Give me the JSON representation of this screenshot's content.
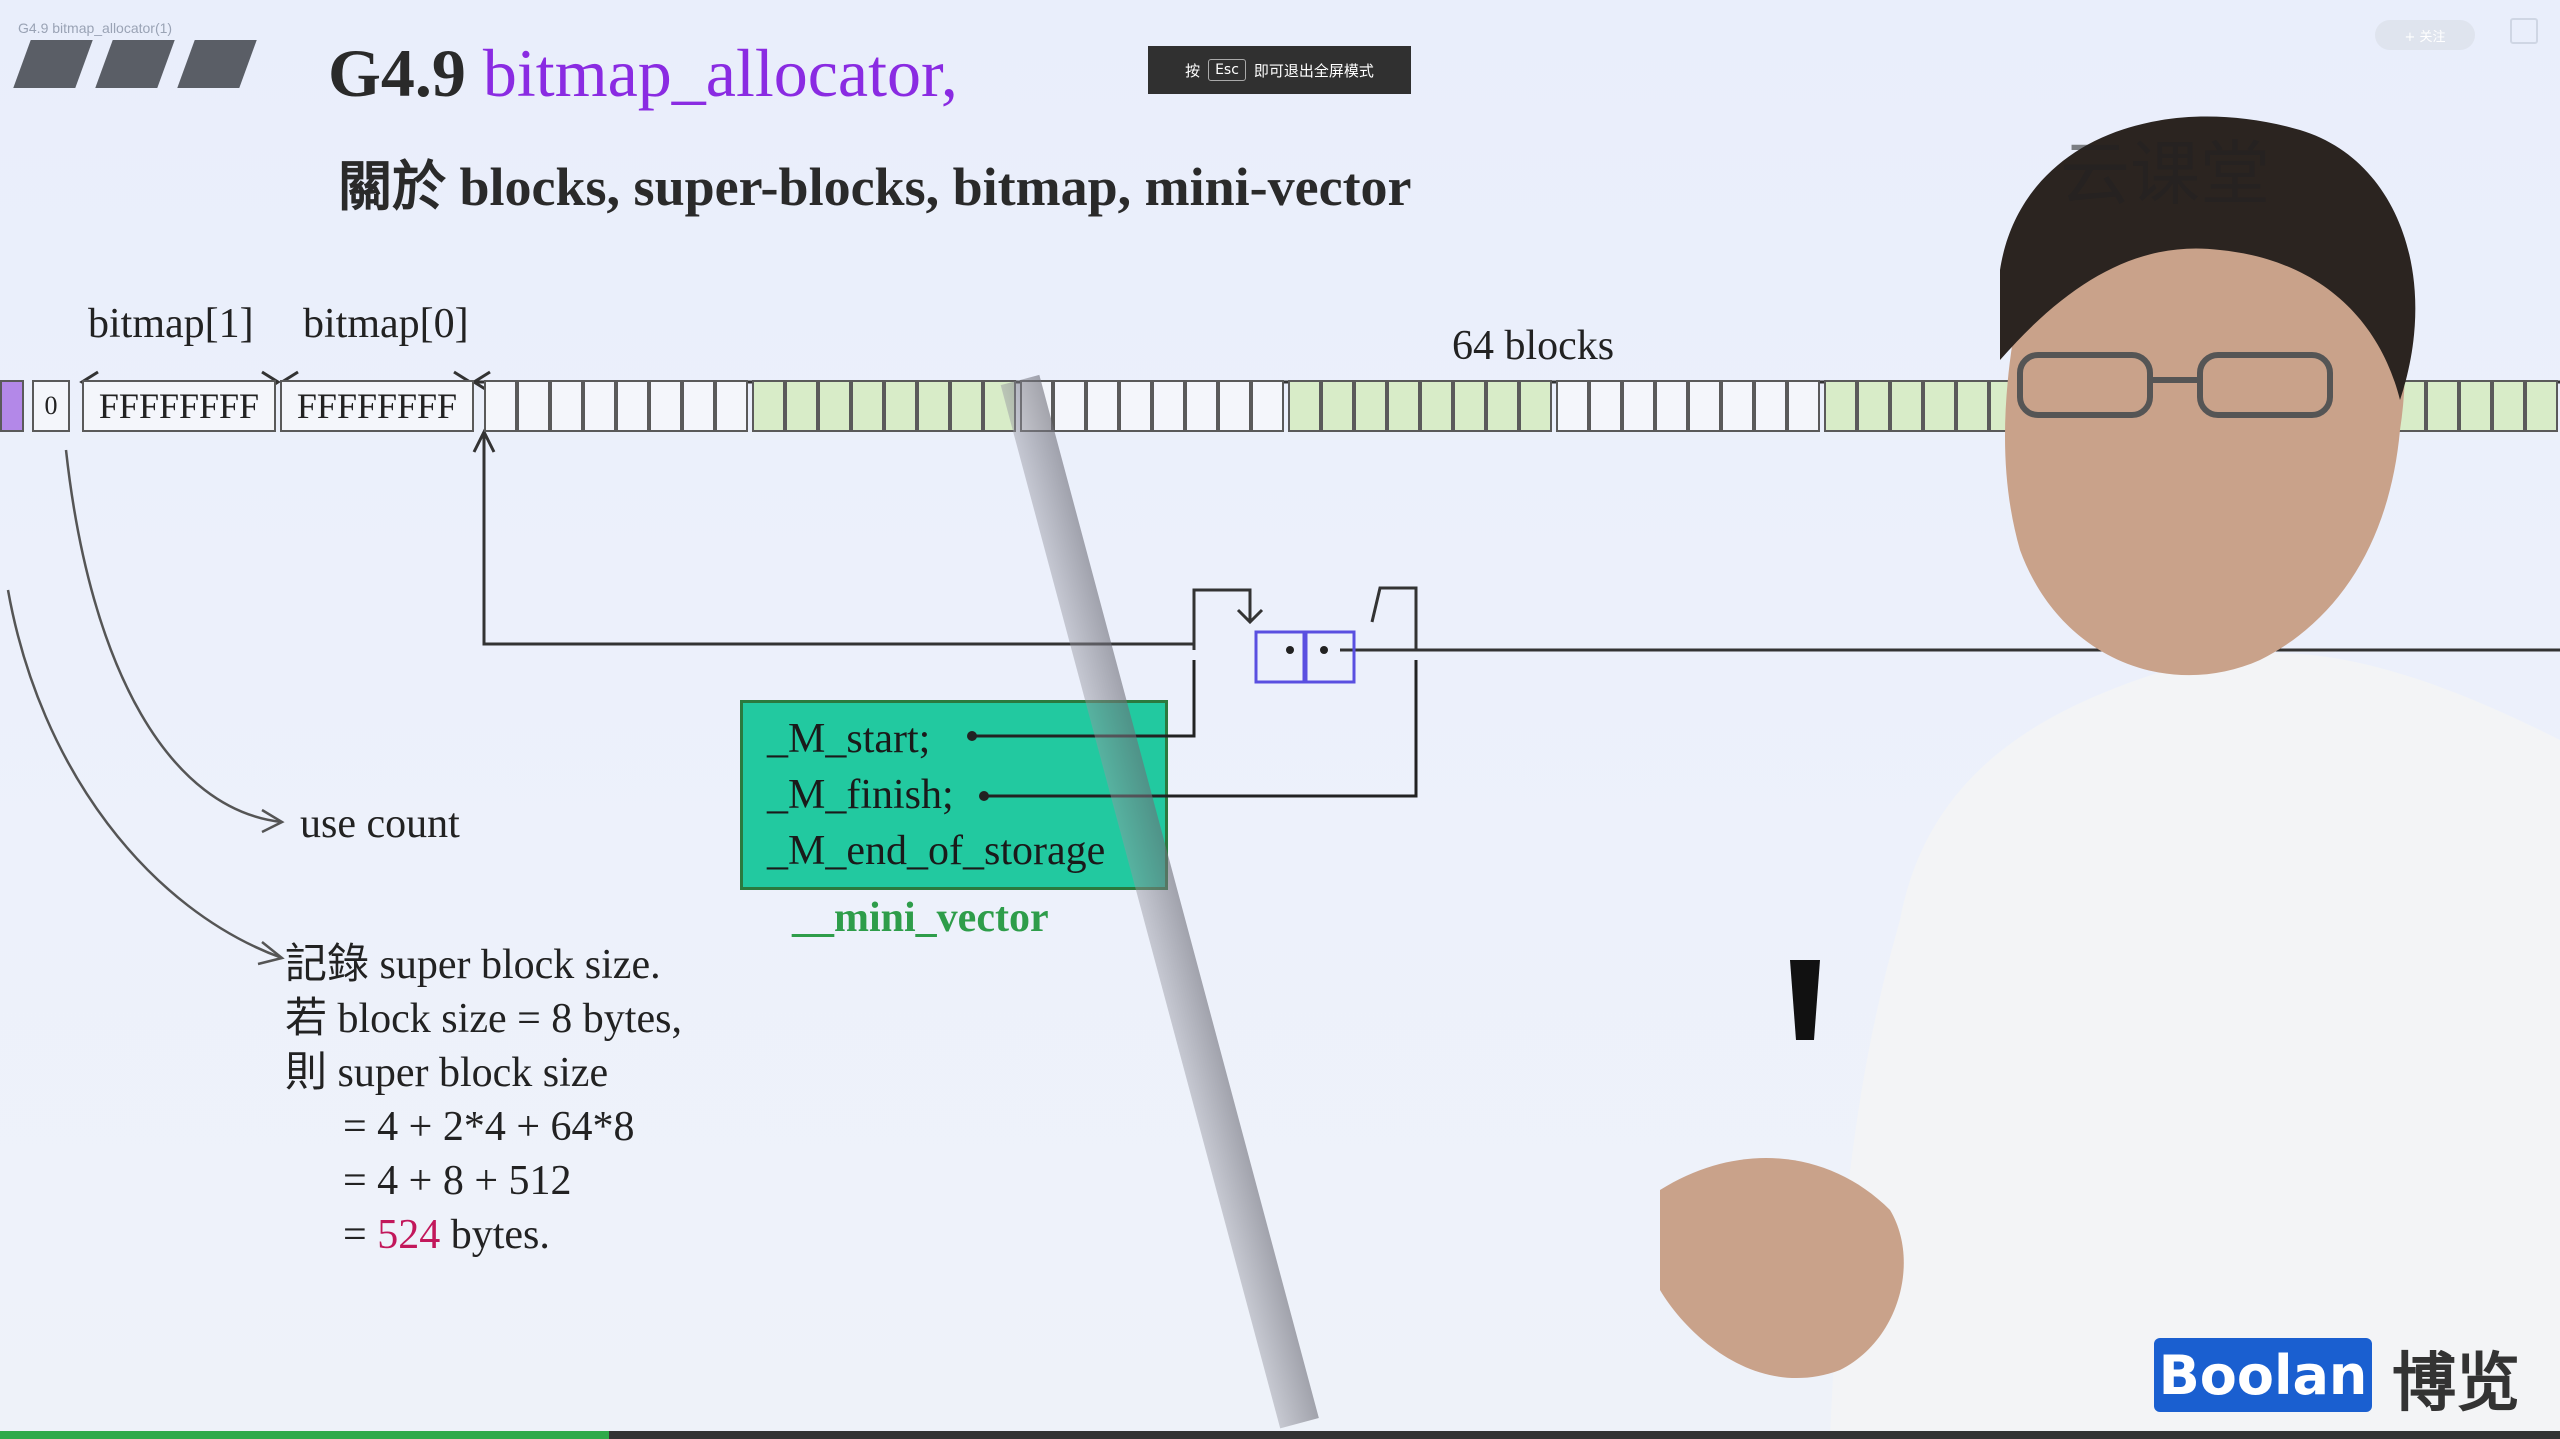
{
  "window": {
    "title": "G4.9 bitmap_allocator(1)"
  },
  "overlay": {
    "esc_prefix": "按",
    "esc_key": "Esc",
    "esc_suffix": "即可退出全屏模式",
    "follow_label": "+ 关注"
  },
  "slide": {
    "title_prefix": "G4.9",
    "title_fn": "bitmap_allocator,",
    "subtitle": "關於 blocks, super-blocks, bitmap, mini-vector",
    "labels": {
      "bitmap1": "bitmap[1]",
      "bitmap0": "bitmap[0]",
      "blocks": "64 blocks",
      "use_count": "use count"
    },
    "cells": {
      "use_count_value": "0",
      "bitmap1_value": "FFFFFFFF",
      "bitmap0_value": "FFFFFFFF"
    },
    "vector_fields": [
      "_M_start;",
      "_M_finish;",
      "_M_end_of_storage"
    ],
    "mini_vector_label": "__mini_vector",
    "notes": {
      "line1": "記錄 super block size.",
      "line2": "若 block  size = 8 bytes,",
      "line3": "則 super block size",
      "line4": "= 4 + 2*4 + 64*8",
      "line5": "= 4 + 8 + 512",
      "line6_prefix": "= ",
      "line6_red": "524",
      "line6_suffix": " bytes."
    }
  },
  "watermark": "云课堂",
  "brand": {
    "logo": "Boolan",
    "logo_cn": "博览"
  },
  "player": {
    "progress": 0.238
  },
  "colors": {
    "title_fn": "#8a2be2",
    "vector_box": "#22c9a0",
    "mini_vector": "#2e9d4a",
    "highlight": "#c2185b",
    "logo_bg": "#1a5fd0"
  }
}
